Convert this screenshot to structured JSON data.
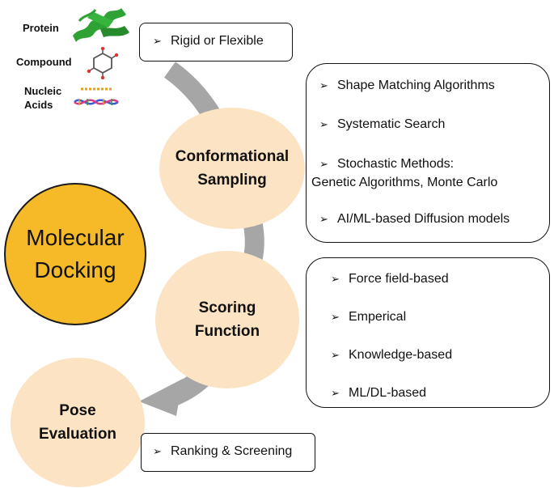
{
  "inputs": {
    "protein": "Protein",
    "compound": "Compound",
    "nucleic_line1": "Nucleic",
    "nucleic_line2": "Acids"
  },
  "receptor_box": {
    "text": "Rigid or Flexible"
  },
  "main_circle": {
    "line1": "Molecular",
    "line2": "Docking"
  },
  "sampling": {
    "line1": "Conformational",
    "line2": "Sampling",
    "items": [
      "Shape Matching Algorithms",
      "Systematic Search",
      "Stochastic Methods:",
      "Genetic Algorithms, Monte Carlo",
      "AI/ML-based Diffusion models"
    ]
  },
  "scoring": {
    "line1": "Scoring",
    "line2": "Function",
    "items": [
      "Force field-based",
      "Emperical",
      "Knowledge-based",
      "ML/DL-based"
    ]
  },
  "pose": {
    "line1": "Pose",
    "line2": "Evaluation",
    "box_text": "Ranking & Screening"
  },
  "colors": {
    "main_circle": "#f6b927",
    "stage_circle": "#fbe3c3",
    "flow_arrow": "#a6a6a6",
    "protein": "#2fa236"
  }
}
